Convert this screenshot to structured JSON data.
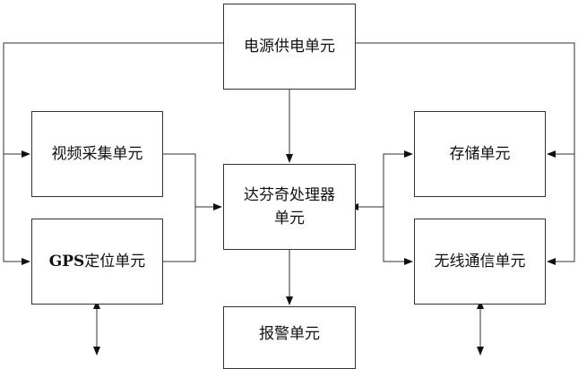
{
  "diagram": {
    "blocks": {
      "power": "电源供电单元",
      "video": "视频采集单元",
      "gps_prefix": "GPS",
      "gps_suffix": "定位单元",
      "cpu_line1": "达芬奇处理器",
      "cpu_line2": "单元",
      "storage": "存储单元",
      "wireless": "无线通信单元",
      "alarm": "报警单元"
    },
    "colors": {
      "line": "#333333",
      "text": "#111111",
      "background": "#ffffff"
    }
  }
}
